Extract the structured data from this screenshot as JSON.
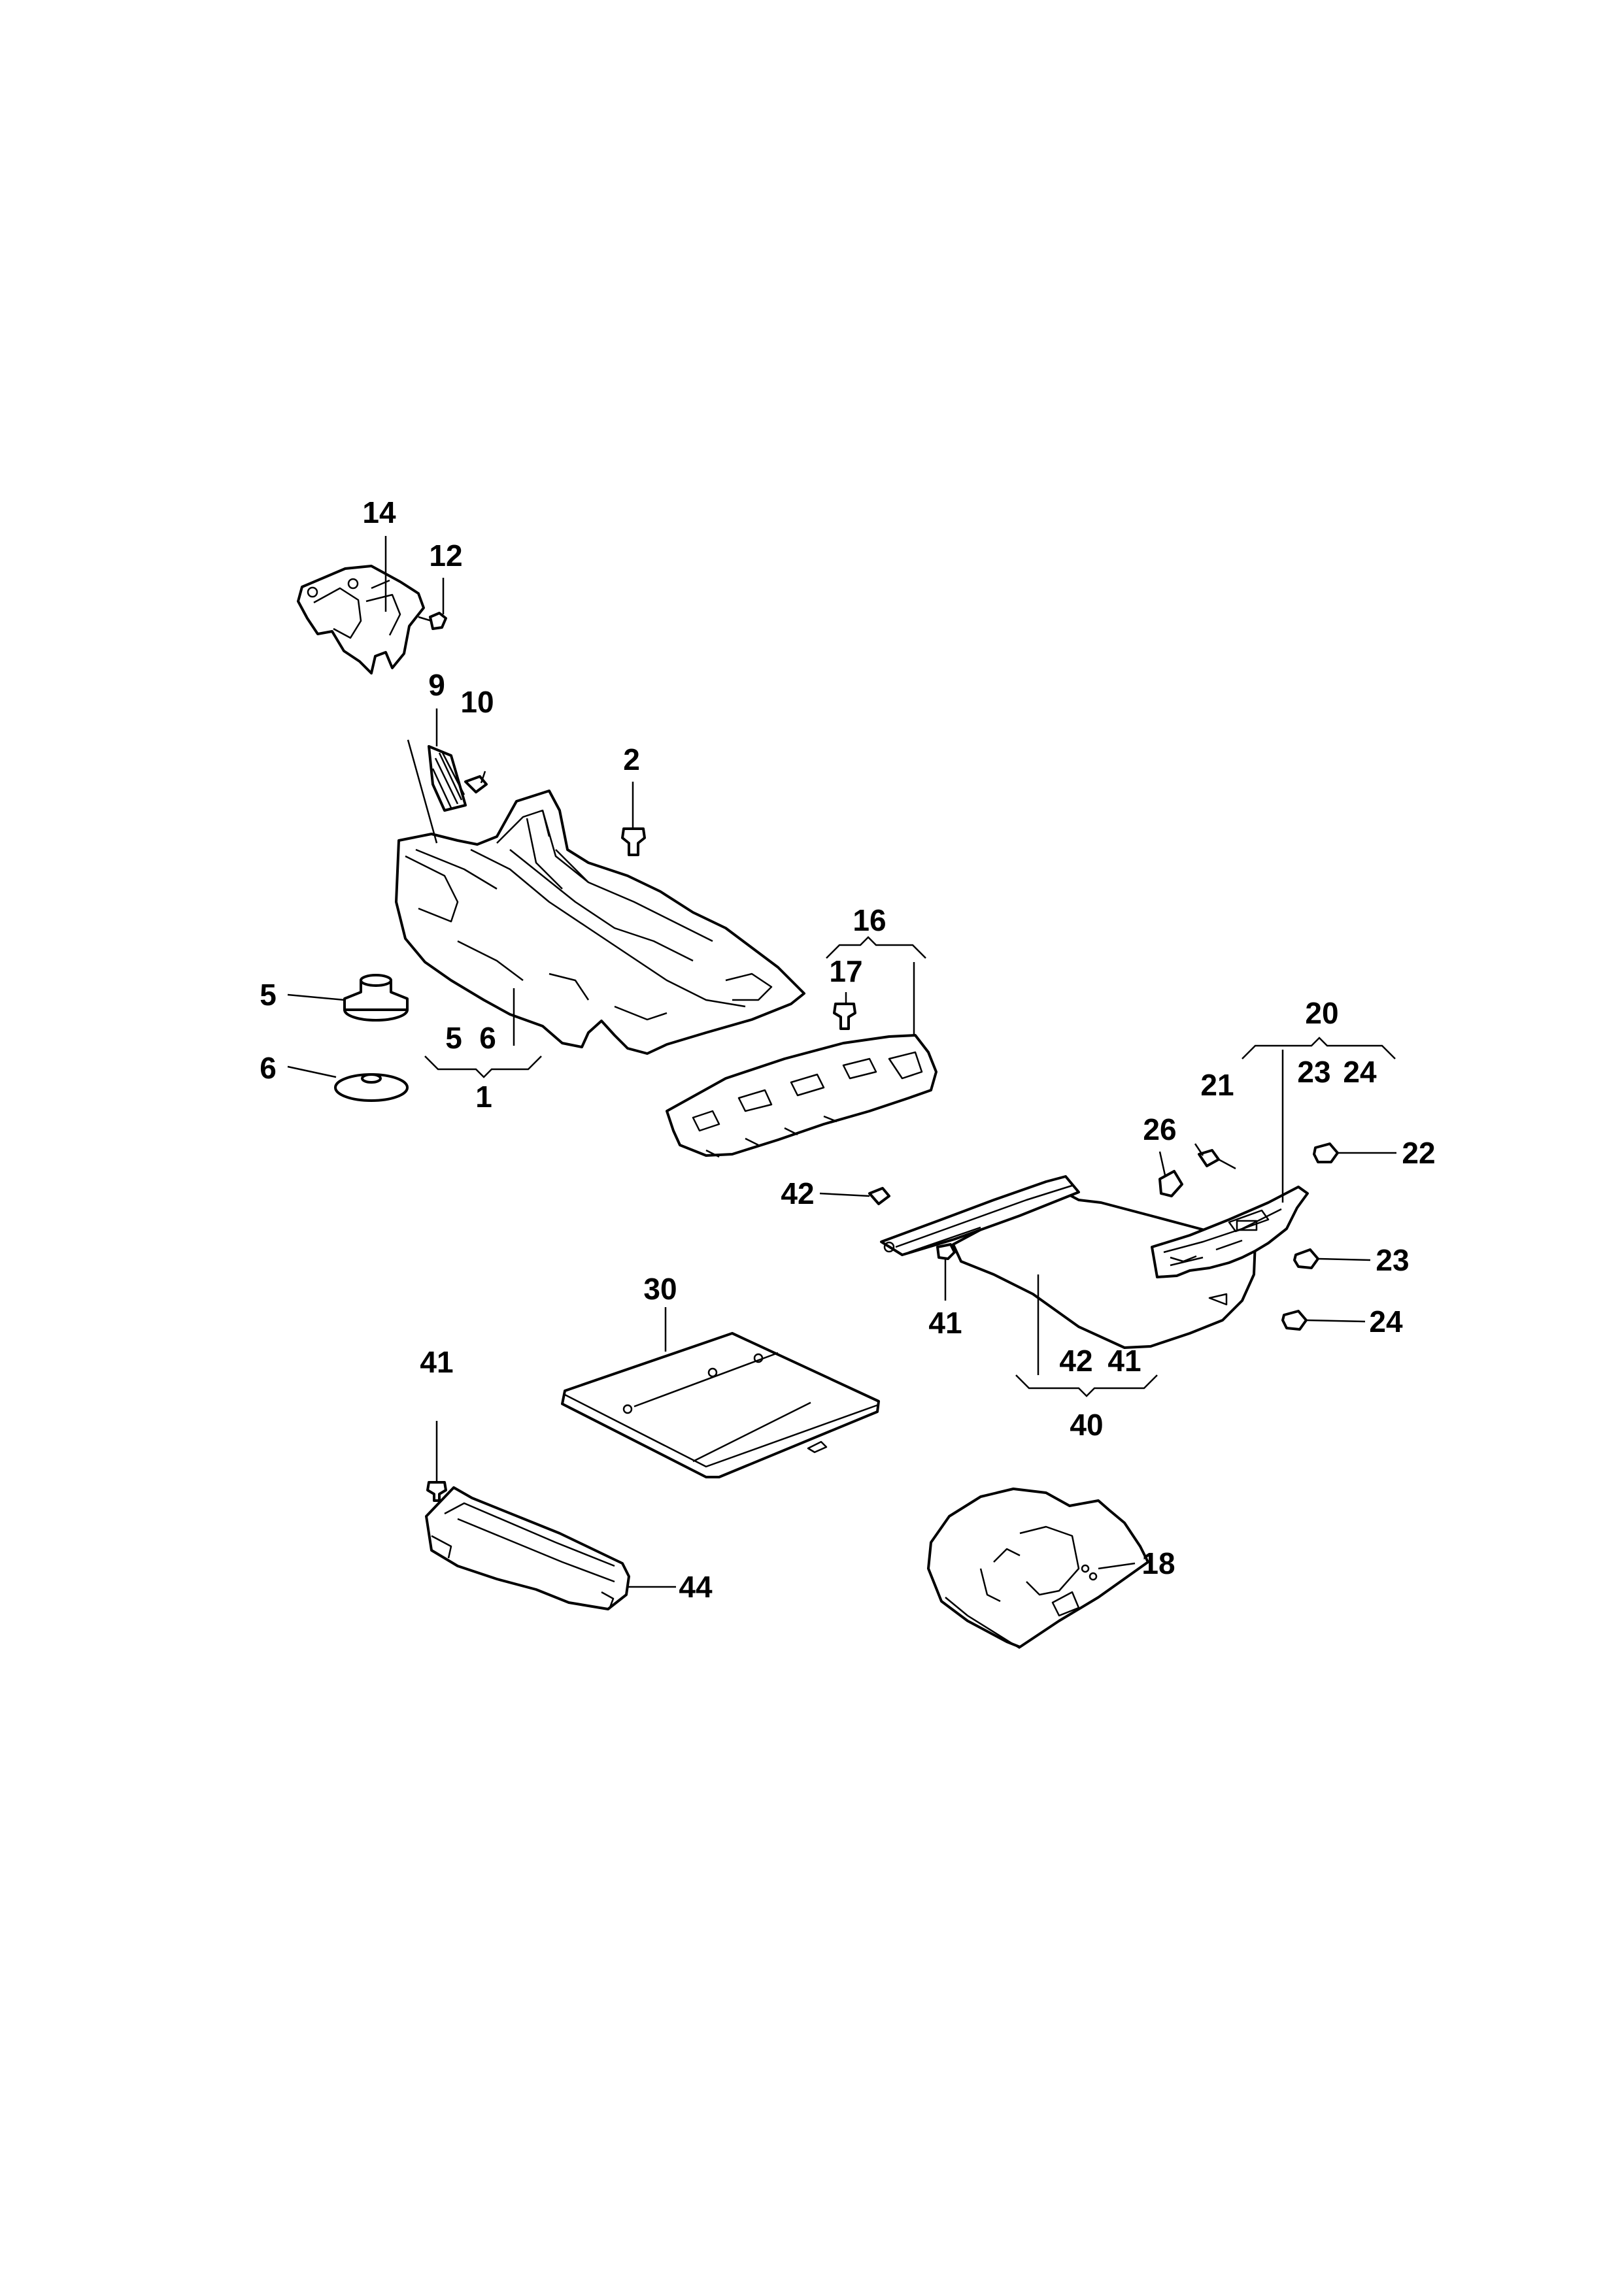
{
  "diagram": {
    "labels": {
      "l14": "14",
      "l12": "12",
      "l9": "9",
      "l10": "10",
      "l2": "2",
      "l16": "16",
      "l17": "17",
      "l5a": "5",
      "l6a": "6",
      "l5b": "5",
      "l6b": "6",
      "l1": "1",
      "l20": "20",
      "l21": "21",
      "l23a": "23",
      "l24a": "24",
      "l26": "26",
      "l22": "22",
      "l23b": "23",
      "l24b": "24",
      "l42a": "42",
      "l41a": "41",
      "l30": "30",
      "l42b": "42",
      "l41b": "41",
      "l40": "40",
      "l41c": "41",
      "l44": "44",
      "l18": "18"
    },
    "line_color": "#000000",
    "background": "#ffffff"
  }
}
